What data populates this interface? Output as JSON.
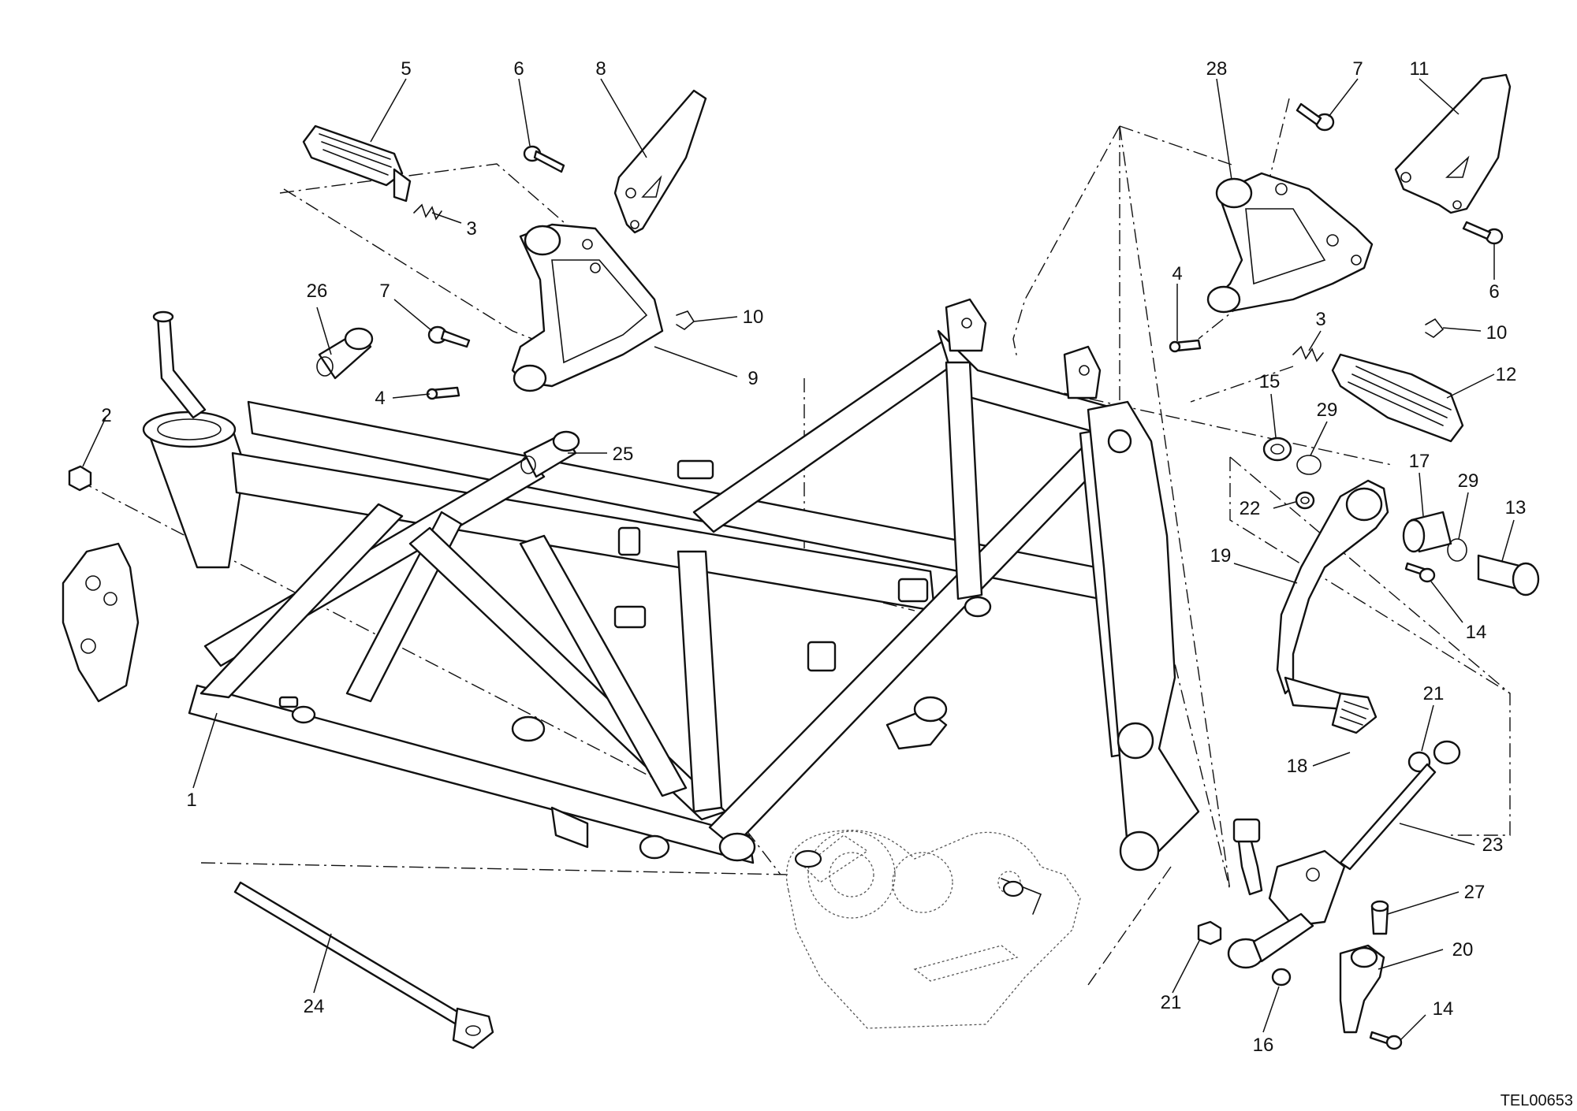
{
  "callouts": [
    {
      "id": "c5",
      "label": "5"
    },
    {
      "id": "c6a",
      "label": "6"
    },
    {
      "id": "c8",
      "label": "8"
    },
    {
      "id": "c3a",
      "label": "3"
    },
    {
      "id": "c26",
      "label": "26"
    },
    {
      "id": "c7a",
      "label": "7"
    },
    {
      "id": "c10a",
      "label": "10"
    },
    {
      "id": "c9",
      "label": "9"
    },
    {
      "id": "c4a",
      "label": "4"
    },
    {
      "id": "c2",
      "label": "2"
    },
    {
      "id": "c25",
      "label": "25"
    },
    {
      "id": "c1",
      "label": "1"
    },
    {
      "id": "c24",
      "label": "24"
    },
    {
      "id": "c28",
      "label": "28"
    },
    {
      "id": "c7b",
      "label": "7"
    },
    {
      "id": "c11",
      "label": "11"
    },
    {
      "id": "c6b",
      "label": "6"
    },
    {
      "id": "c4b",
      "label": "4"
    },
    {
      "id": "c3b",
      "label": "3"
    },
    {
      "id": "c10b",
      "label": "10"
    },
    {
      "id": "c12",
      "label": "12"
    },
    {
      "id": "c15",
      "label": "15"
    },
    {
      "id": "c29a",
      "label": "29"
    },
    {
      "id": "c17",
      "label": "17"
    },
    {
      "id": "c29b",
      "label": "29"
    },
    {
      "id": "c13",
      "label": "13"
    },
    {
      "id": "c22",
      "label": "22"
    },
    {
      "id": "c19",
      "label": "19"
    },
    {
      "id": "c14a",
      "label": "14"
    },
    {
      "id": "c21a",
      "label": "21"
    },
    {
      "id": "c18",
      "label": "18"
    },
    {
      "id": "c23",
      "label": "23"
    },
    {
      "id": "c27",
      "label": "27"
    },
    {
      "id": "c20",
      "label": "20"
    },
    {
      "id": "c21b",
      "label": "21"
    },
    {
      "id": "c16",
      "label": "16"
    },
    {
      "id": "c14b",
      "label": "14"
    }
  ],
  "reference_code": "TEL00653"
}
